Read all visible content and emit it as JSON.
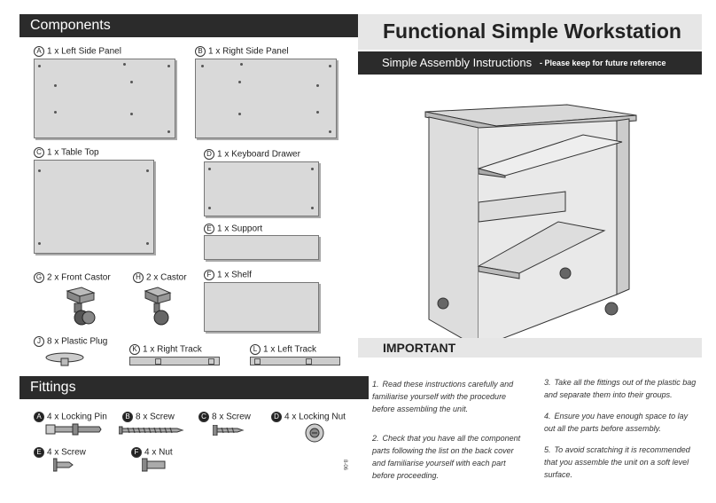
{
  "components": {
    "heading": "Components",
    "items": [
      {
        "letter": "A",
        "label": "1 x Left Side Panel"
      },
      {
        "letter": "B",
        "label": "1 x Right Side Panel"
      },
      {
        "letter": "C",
        "label": "1 x Table Top"
      },
      {
        "letter": "D",
        "label": "1 x Keyboard Drawer"
      },
      {
        "letter": "E",
        "label": "1 x Support"
      },
      {
        "letter": "F",
        "label": "1 x Shelf"
      },
      {
        "letter": "G",
        "label": "2 x Front Castor"
      },
      {
        "letter": "H",
        "label": "2 x Castor"
      },
      {
        "letter": "J",
        "label": "8 x Plastic Plug"
      },
      {
        "letter": "K",
        "label": "1 x Right Track"
      },
      {
        "letter": "L",
        "label": "1 x Left Track"
      }
    ]
  },
  "fittings": {
    "heading": "Fittings",
    "items": [
      {
        "letter": "A",
        "label": "4 x Locking Pin"
      },
      {
        "letter": "B",
        "label": "8 x Screw"
      },
      {
        "letter": "C",
        "label": "8 x Screw"
      },
      {
        "letter": "D",
        "label": "4 x Locking Nut"
      },
      {
        "letter": "E",
        "label": "4 x Screw"
      },
      {
        "letter": "F",
        "label": "4 x Nut"
      }
    ]
  },
  "title": "Functional Simple Workstation",
  "subtitle": "Simple Assembly Instructions",
  "subtitle_note": "- Please keep for future reference",
  "important": {
    "heading": "IMPORTANT",
    "steps": [
      {
        "n": "1.",
        "text": "Read these instructions carefully and familiarise yourself with the procedure before assembling the unit."
      },
      {
        "n": "2.",
        "text": "Check that you have all the component parts following the list on the back cover and familiarise yourself with each part before proceeding."
      },
      {
        "n": "3.",
        "text": "Take all the fittings out of the plastic bag and separate them into their groups."
      },
      {
        "n": "4.",
        "text": "Ensure you have enough space to lay out all the parts before assembly."
      },
      {
        "n": "5.",
        "text": "To avoid scratching it is recommended that you assemble the unit on a soft level surface."
      }
    ]
  },
  "code": "8-06"
}
